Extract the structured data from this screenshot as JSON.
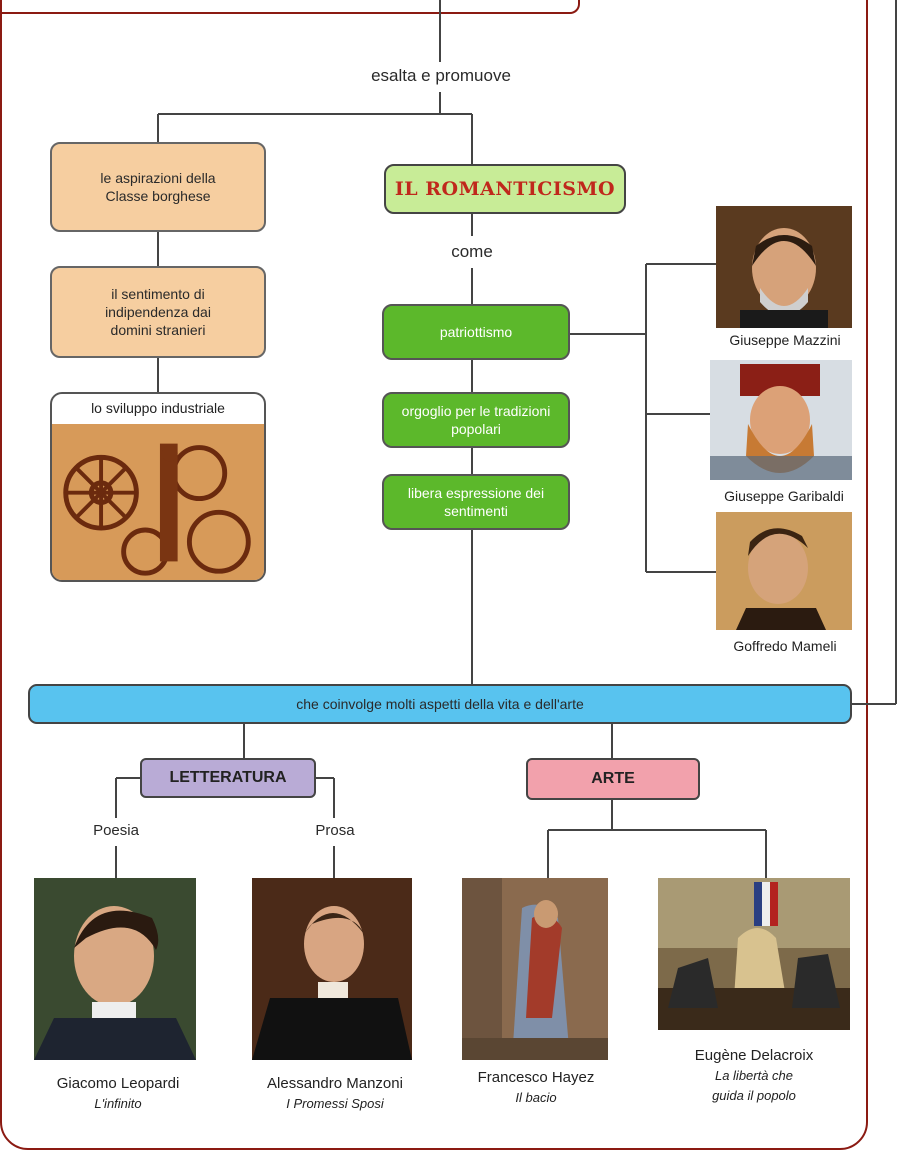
{
  "top_connector_label": "esalta e promuove",
  "central": {
    "title": "IL ROMANTICISMO",
    "link_label": "come"
  },
  "left_column": [
    "le aspirazioni della Classe borghese",
    "il sentimento di indipendenza dai domini stranieri",
    "lo sviluppo industriale"
  ],
  "values": [
    "patriottismo",
    "orgoglio per le tradizioni popolari",
    "libera espressione dei sentimenti"
  ],
  "patriots": [
    {
      "name": "Giuseppe Mazzini"
    },
    {
      "name": "Giuseppe Garibaldi"
    },
    {
      "name": "Goffredo Mameli"
    }
  ],
  "bottom_bar": "che coinvolge molti aspetti della vita e dell'arte",
  "branches": {
    "letteratura": {
      "label": "LETTERATURA",
      "sub": [
        "Poesia",
        "Prosa"
      ]
    },
    "arte": {
      "label": "ARTE"
    }
  },
  "works": [
    {
      "author": "Giacomo Leopardi",
      "work": "L'infinito"
    },
    {
      "author": "Alessandro Manzoni",
      "work": "I Promessi Sposi"
    },
    {
      "author": "Francesco Hayez",
      "work": "Il bacio"
    },
    {
      "author": "Eugène Delacroix",
      "work_line1": "La libertà che",
      "work_line2": "guida il popolo"
    }
  ],
  "colors": {
    "frame": "#8b1a12",
    "beige": "#f6cea0",
    "green": "#5cb82b",
    "lime": "#c8ec97",
    "blue": "#58c3ef",
    "purple": "#b9abd6",
    "pink": "#f2a1ac",
    "title_red": "#c0281c"
  }
}
